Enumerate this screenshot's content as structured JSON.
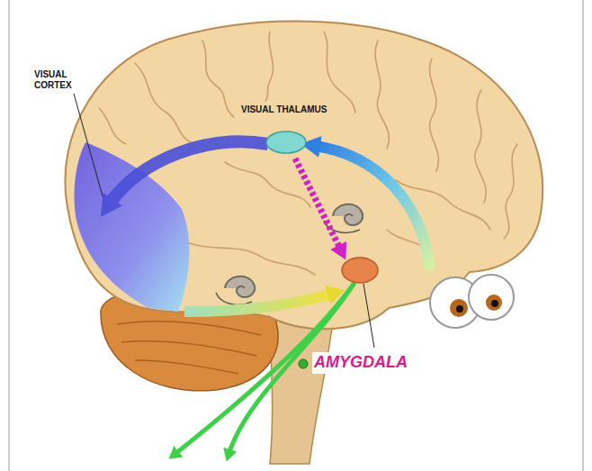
{
  "diagram": {
    "labels": [
      "VISUAL CORTEX",
      "VISUAL THALAMUS",
      "AMYGDALA"
    ]
  }
}
